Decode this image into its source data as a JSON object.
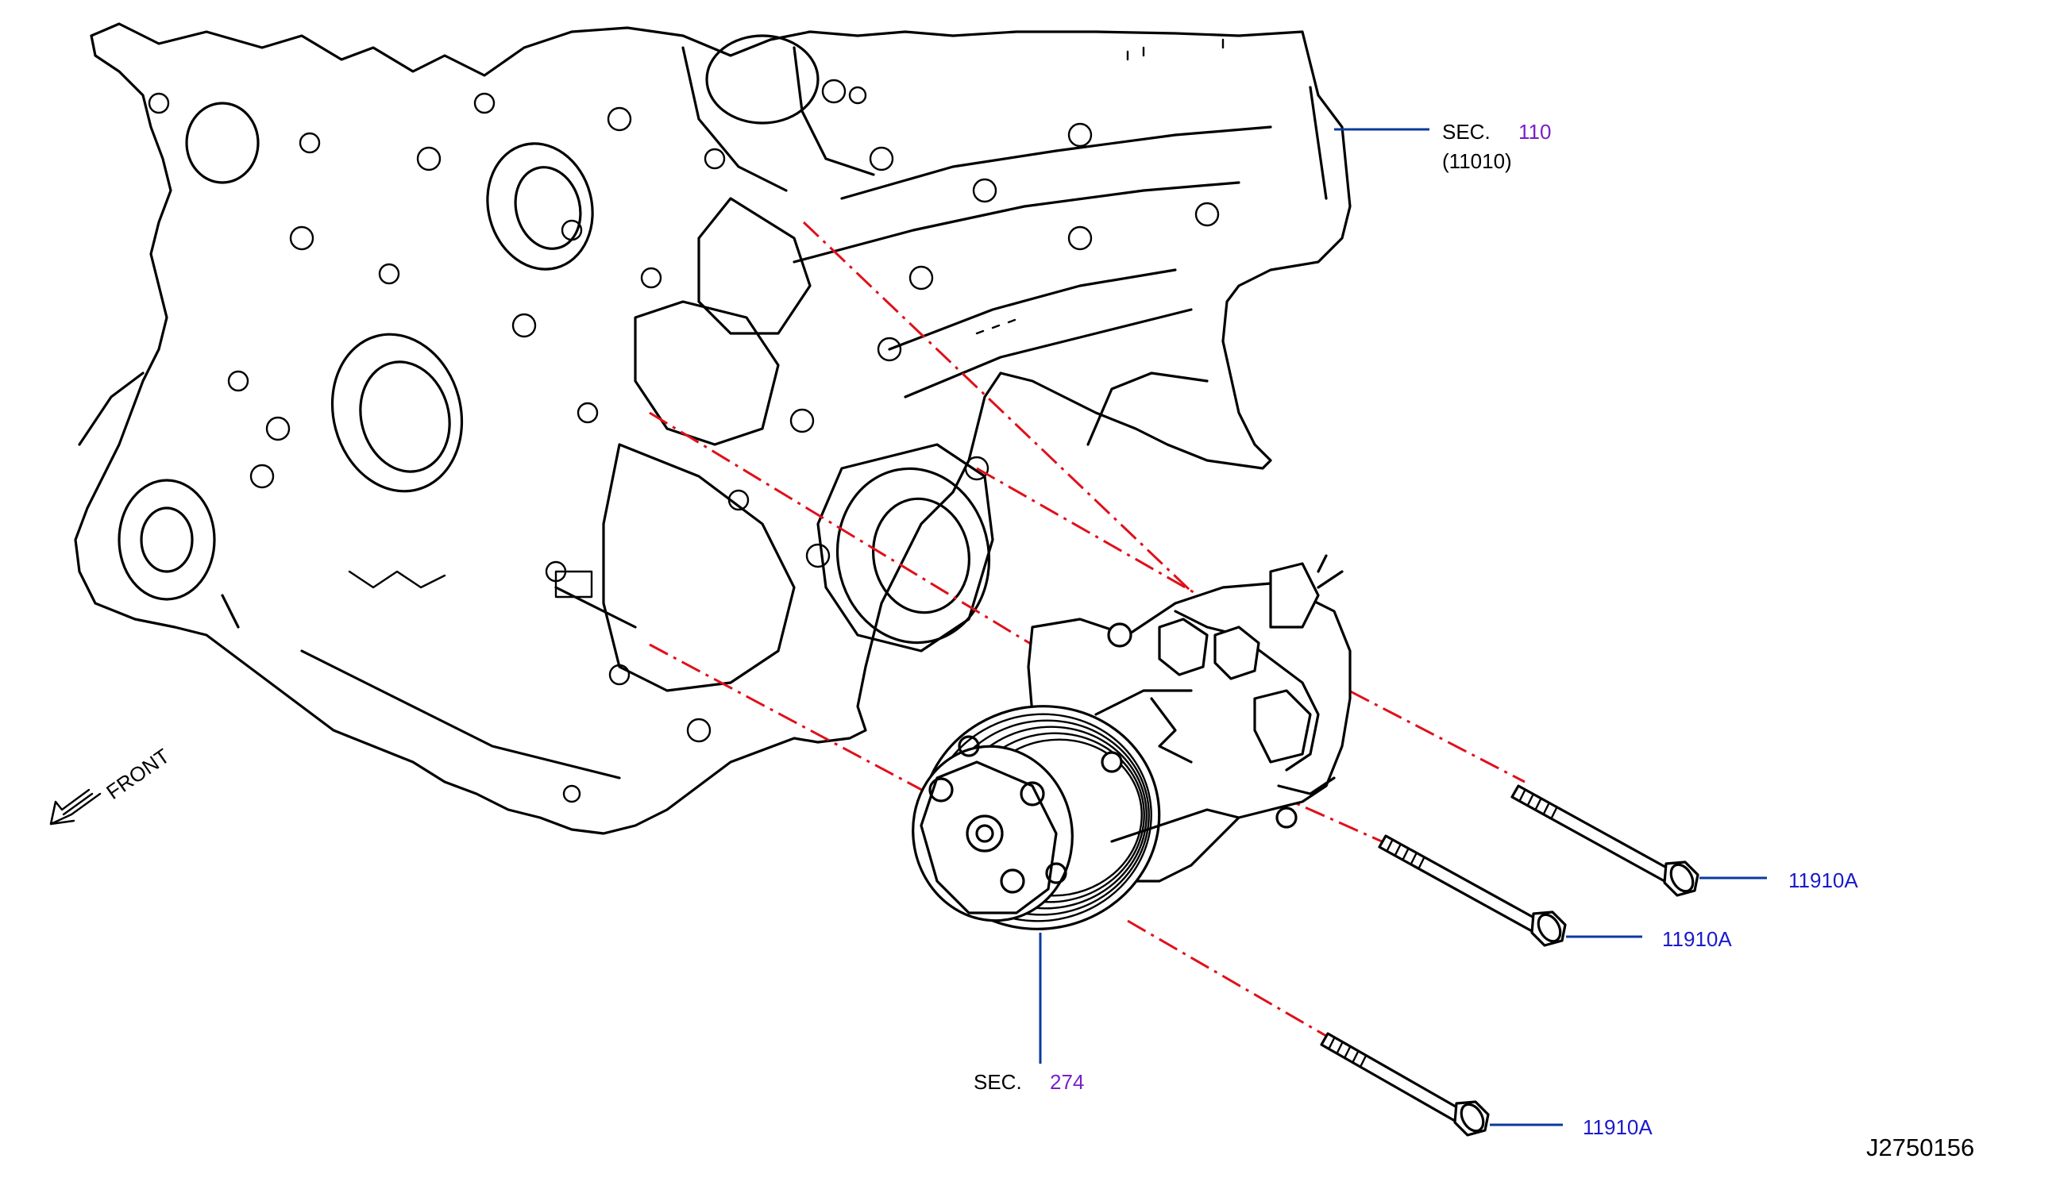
{
  "colors": {
    "ink": "#000000",
    "callout_blue": "#1a1acc",
    "leader_blue": "#0a3a9e",
    "section_purple": "#7a1fc7",
    "alignment_red": "#e0101a"
  },
  "labels": {
    "sec_110": {
      "prefix": "SEC.",
      "number": "110",
      "sub": "(11010)"
    },
    "sec_274": {
      "prefix": "SEC.",
      "number": "274"
    },
    "bolt_1": "11910A",
    "bolt_2": "11910A",
    "bolt_3": "11910A",
    "front": "FRONT",
    "diagram_id": "J2750156"
  },
  "icons": {
    "front_arrow": "front-arrow-icon"
  }
}
